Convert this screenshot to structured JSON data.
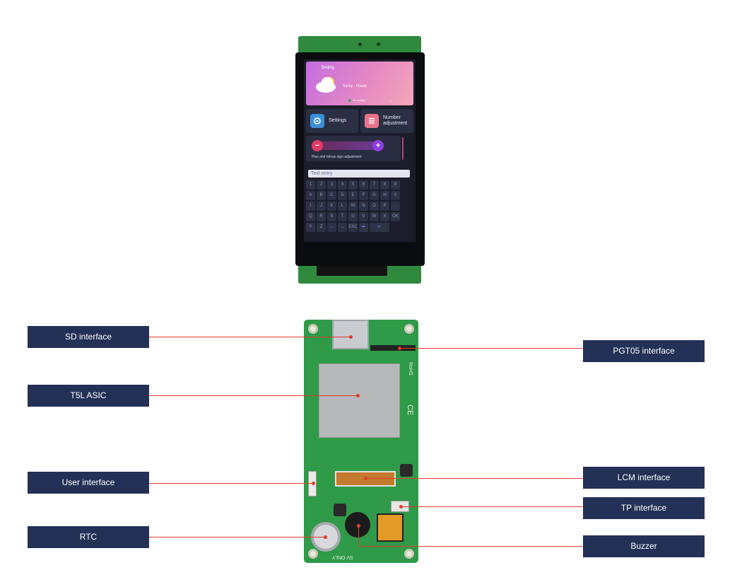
{
  "front_screen": {
    "city": "Beijing",
    "weather": "Sunny - Cloudy",
    "air_quality": "Air quality",
    "aq_value": "---",
    "tiles": [
      {
        "label": "Settings"
      },
      {
        "label": "Number adjustment"
      }
    ],
    "pm_caption": "Plus and minus sign adjustment",
    "minus_label": "−",
    "plus_label": "+",
    "text_entry_placeholder": "Text entry",
    "keyboard": {
      "rows": [
        [
          "1",
          "2",
          "3",
          "4",
          "5",
          "6",
          "7",
          "8",
          "9"
        ],
        [
          "A",
          "B",
          "C",
          "D",
          "E",
          "F",
          "G",
          "H",
          "0"
        ],
        [
          "I",
          "J",
          "K",
          "L",
          "M",
          "N",
          "O",
          "P",
          "."
        ],
        [
          "Q",
          "R",
          "S",
          "T",
          "U",
          "V",
          "W",
          "X",
          "OK"
        ],
        [
          "Y",
          "Z",
          "←",
          "→",
          "ESC",
          "⬅",
          "↵"
        ]
      ]
    }
  },
  "pcb_markings": {
    "rohs": "RoHS",
    "ce": "CE",
    "bottom_text": "SV ONLY"
  },
  "labels": {
    "sd": "SD interface",
    "t5l": "T5L ASIC",
    "user": "User interface",
    "rtc": "RTC",
    "pgt05": "PGT05 interface",
    "lcm": "LCM interface",
    "tp": "TP interface",
    "buzzer": "Buzzer"
  },
  "colors": {
    "label_bg": "#233157",
    "leader": "#e23b2c",
    "pcb_green": "#2f9a48"
  }
}
